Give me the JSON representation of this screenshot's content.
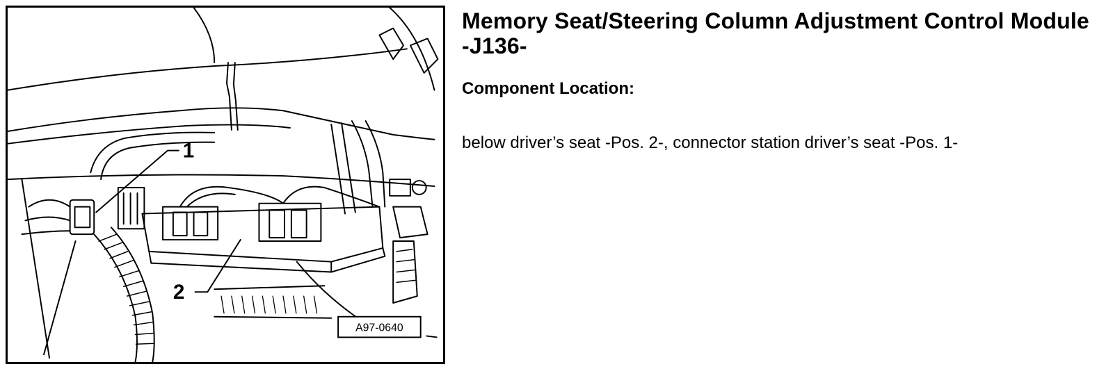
{
  "document": {
    "title": "Memory Seat/Steering Column Adjustment Control Module -J136-",
    "section_heading": "Component Location:",
    "description": "below driver’s seat -Pos. 2-, connector station driver’s seat -Pos. 1-"
  },
  "figure": {
    "figure_id": "A97-0640",
    "callouts": [
      "1",
      "2"
    ]
  }
}
